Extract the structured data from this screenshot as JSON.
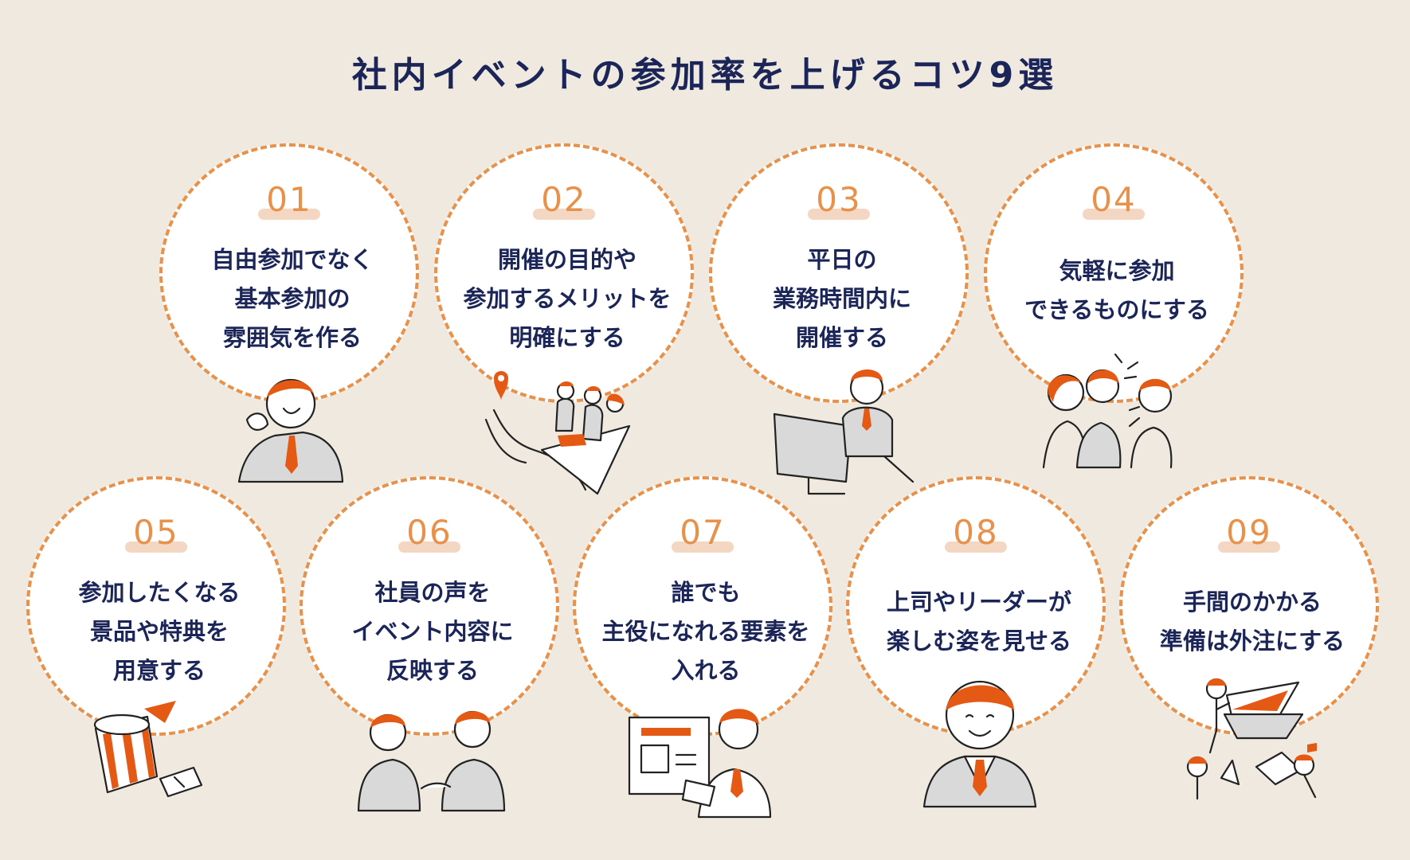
{
  "title": "社内イベントの参加率を上げるコツ9選",
  "tips": [
    {
      "number": "01",
      "text": "自由参加でなく\n基本参加の\n雰囲気を作る"
    },
    {
      "number": "02",
      "text": "開催の目的や\n参加するメリットを\n明確にする"
    },
    {
      "number": "03",
      "text": "平日の\n業務時間内に\n開催する"
    },
    {
      "number": "04",
      "text": "気軽に参加\nできるものにする"
    },
    {
      "number": "05",
      "text": "参加したくなる\n景品や特典を\n用意する"
    },
    {
      "number": "06",
      "text": "社員の声を\nイベント内容に\n反映する"
    },
    {
      "number": "07",
      "text": "誰でも\n主役になれる要素を\n入れる"
    },
    {
      "number": "08",
      "text": "上司やリーダーが\n楽しむ姿を見せる"
    },
    {
      "number": "09",
      "text": "手間のかかる\n準備は外注にする"
    }
  ],
  "colors": {
    "background": "#efe9df",
    "navy": "#1b2557",
    "orange_accent": "#e8914a",
    "illustration_orange": "#e45a14"
  }
}
